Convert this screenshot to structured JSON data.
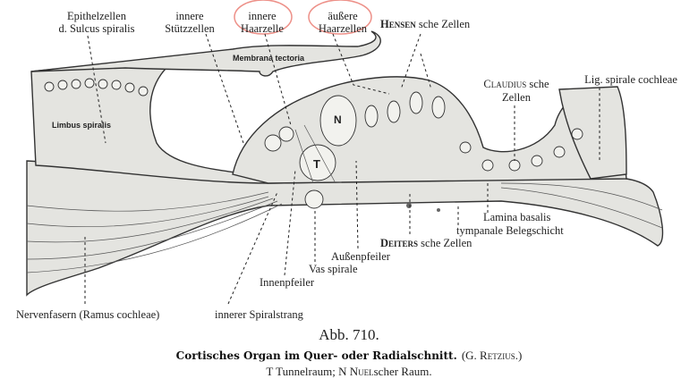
{
  "figure": {
    "number": "Abb. 710.",
    "title": "Cortisches Organ im Quer- oder Radialschnitt.",
    "author": "(G. Retzius.)",
    "legend_prefix_t": "T Tunnelraum;",
    "legend_n_name": "N Nuel",
    "legend_n_suffix": "scher Raum."
  },
  "labels": {
    "epithel_1": "Epithelzellen",
    "epithel_2": "d. Sulcus spiralis",
    "stuetz_1": "innere",
    "stuetz_2": "Stützzellen",
    "ihz_1": "innere",
    "ihz_2": "Haarzelle",
    "ahz_1": "äußere",
    "ahz_2": "Haarzellen",
    "hensen_name": "Hensen",
    "hensen_suffix": "sche Zellen",
    "membrana": "Membrana tectoria",
    "claudius_name": "Claudius",
    "claudius_suffix": "sche",
    "claudius_2": "Zellen",
    "lig": "Lig. spirale cochleae",
    "limbus": "Limbus spiralis",
    "n": "N",
    "t": "T",
    "lamina": "Lamina basalis",
    "tympanale": "tympanale Belegschicht",
    "deiters_name": "Deiters",
    "deiters_suffix": "sche Zellen",
    "aussenpfeiler": "Außenpfeiler",
    "vas": "Vas spirale",
    "innenpfeiler": "Innenpfeiler",
    "nerven": "Nervenfasern (Ramus cochleae)",
    "spiralstrang": "innerer Spiralstrang"
  },
  "colors": {
    "highlight_circle": "#e8746a",
    "ink": "#222222"
  }
}
